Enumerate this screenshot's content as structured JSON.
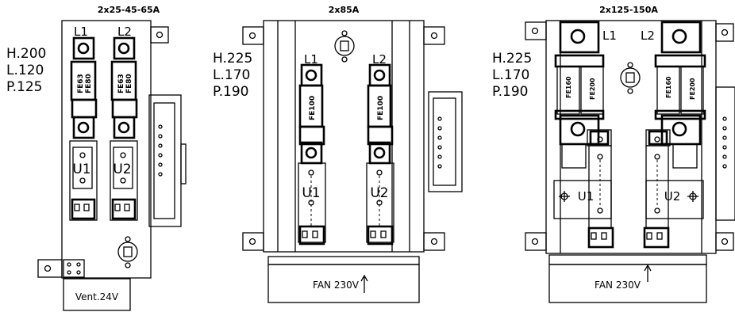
{
  "units": [
    {
      "title": "2x25-45-65A",
      "dimensions": [
        "H.200",
        "L.120",
        "P.125"
      ],
      "terminals": [
        "L1",
        "L2"
      ],
      "fuses": [
        "FE63\nFE80",
        "FE63\nFE80"
      ],
      "outputs": [
        "U1",
        "U2"
      ],
      "fan": "Vent.24V"
    },
    {
      "title": "2x85A",
      "dimensions": [
        "H.225",
        "L.170",
        "P.190"
      ],
      "terminals": [
        "L1",
        "L2"
      ],
      "fuses": [
        "FE100",
        "FE100"
      ],
      "outputs": [
        "U1",
        "U2"
      ],
      "fan": "FAN 230V"
    },
    {
      "title": "2x125-150A",
      "dimensions": [
        "H.225",
        "L.170",
        "P.190"
      ],
      "terminals": [
        "L1",
        "L2"
      ],
      "fuses": [
        "FE160",
        "FE200",
        "FE160",
        "FE200"
      ],
      "outputs": [
        "U1",
        "U2"
      ],
      "fan": "FAN 230V"
    }
  ]
}
